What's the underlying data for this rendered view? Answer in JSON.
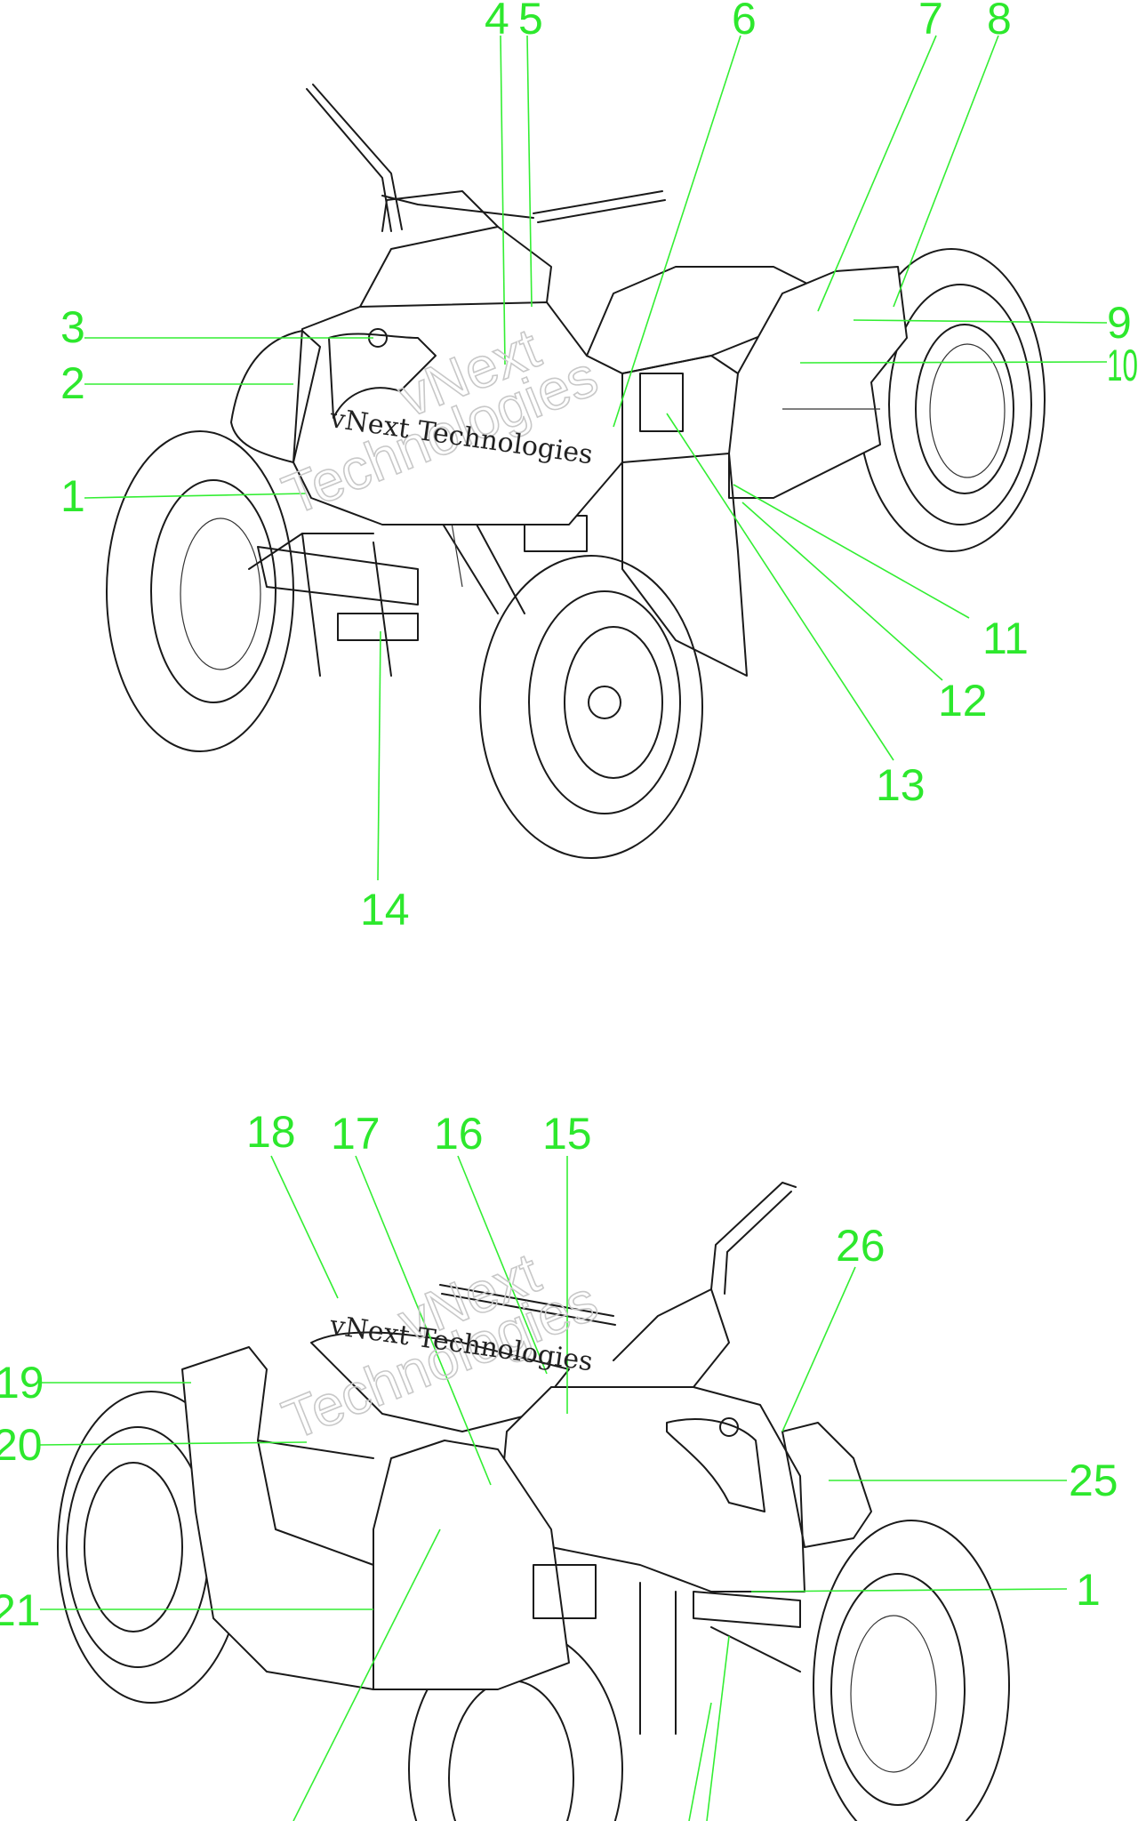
{
  "watermark": {
    "brand_text": "vNext Technologies",
    "ghost_line1": "vNext",
    "ghost_line2": "Technologies"
  },
  "top_view": {
    "callouts": [
      "1",
      "2",
      "3",
      "4",
      "5",
      "6",
      "7",
      "8",
      "9",
      "10",
      "11",
      "12",
      "13",
      "14"
    ]
  },
  "bottom_view": {
    "callouts": [
      "18",
      "17",
      "16",
      "15",
      "26",
      "19",
      "20",
      "25",
      "21",
      "1"
    ]
  },
  "colors": {
    "callout_green": "#2de82d",
    "line_art": "#1a1a1a",
    "background": "#ffffff"
  }
}
